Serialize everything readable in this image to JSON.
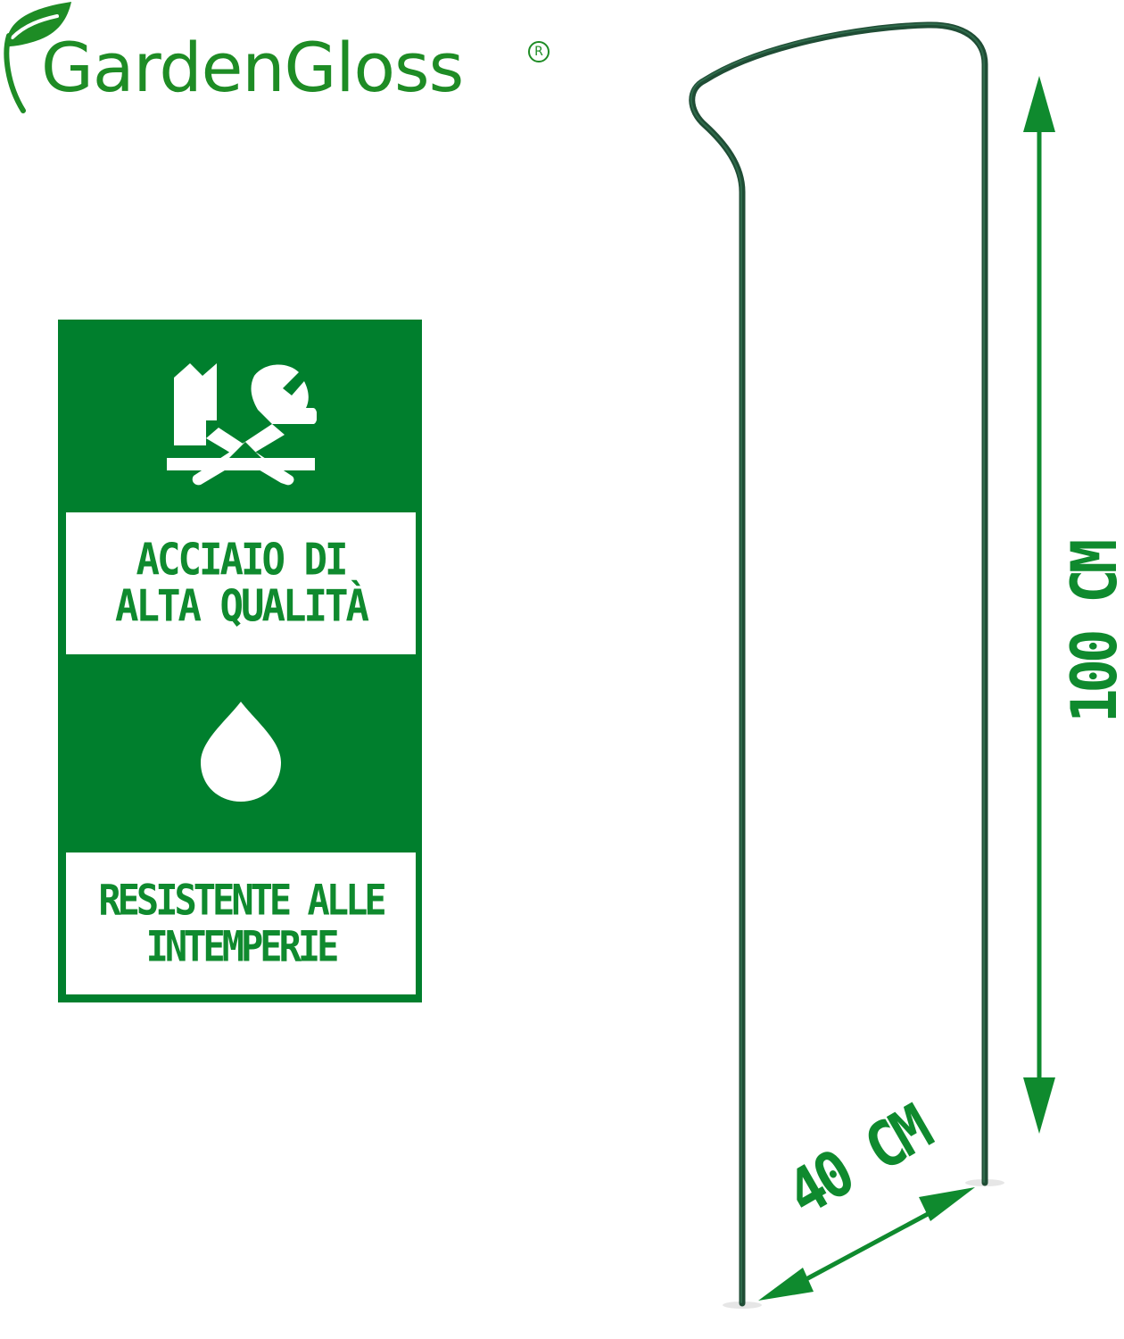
{
  "brand": {
    "name": "GardenGloss",
    "registered_mark": "R",
    "color": "#1E8C25"
  },
  "panel": {
    "background": "#007F2D",
    "features": [
      {
        "icon": "tools-icon",
        "lines": [
          "ACCIAIO DI",
          "ALTA QUALITÀ"
        ]
      },
      {
        "icon": "water-drop-icon",
        "lines": [
          "RESISTENTE ALLE",
          "INTEMPERIE"
        ]
      }
    ],
    "text_color": "#0F8A2E"
  },
  "product": {
    "stake_color": "#1F4D35",
    "dimensions": {
      "height_label": "100 CM",
      "width_label": "40 CM"
    },
    "arrow_color": "#0F8A2E"
  }
}
